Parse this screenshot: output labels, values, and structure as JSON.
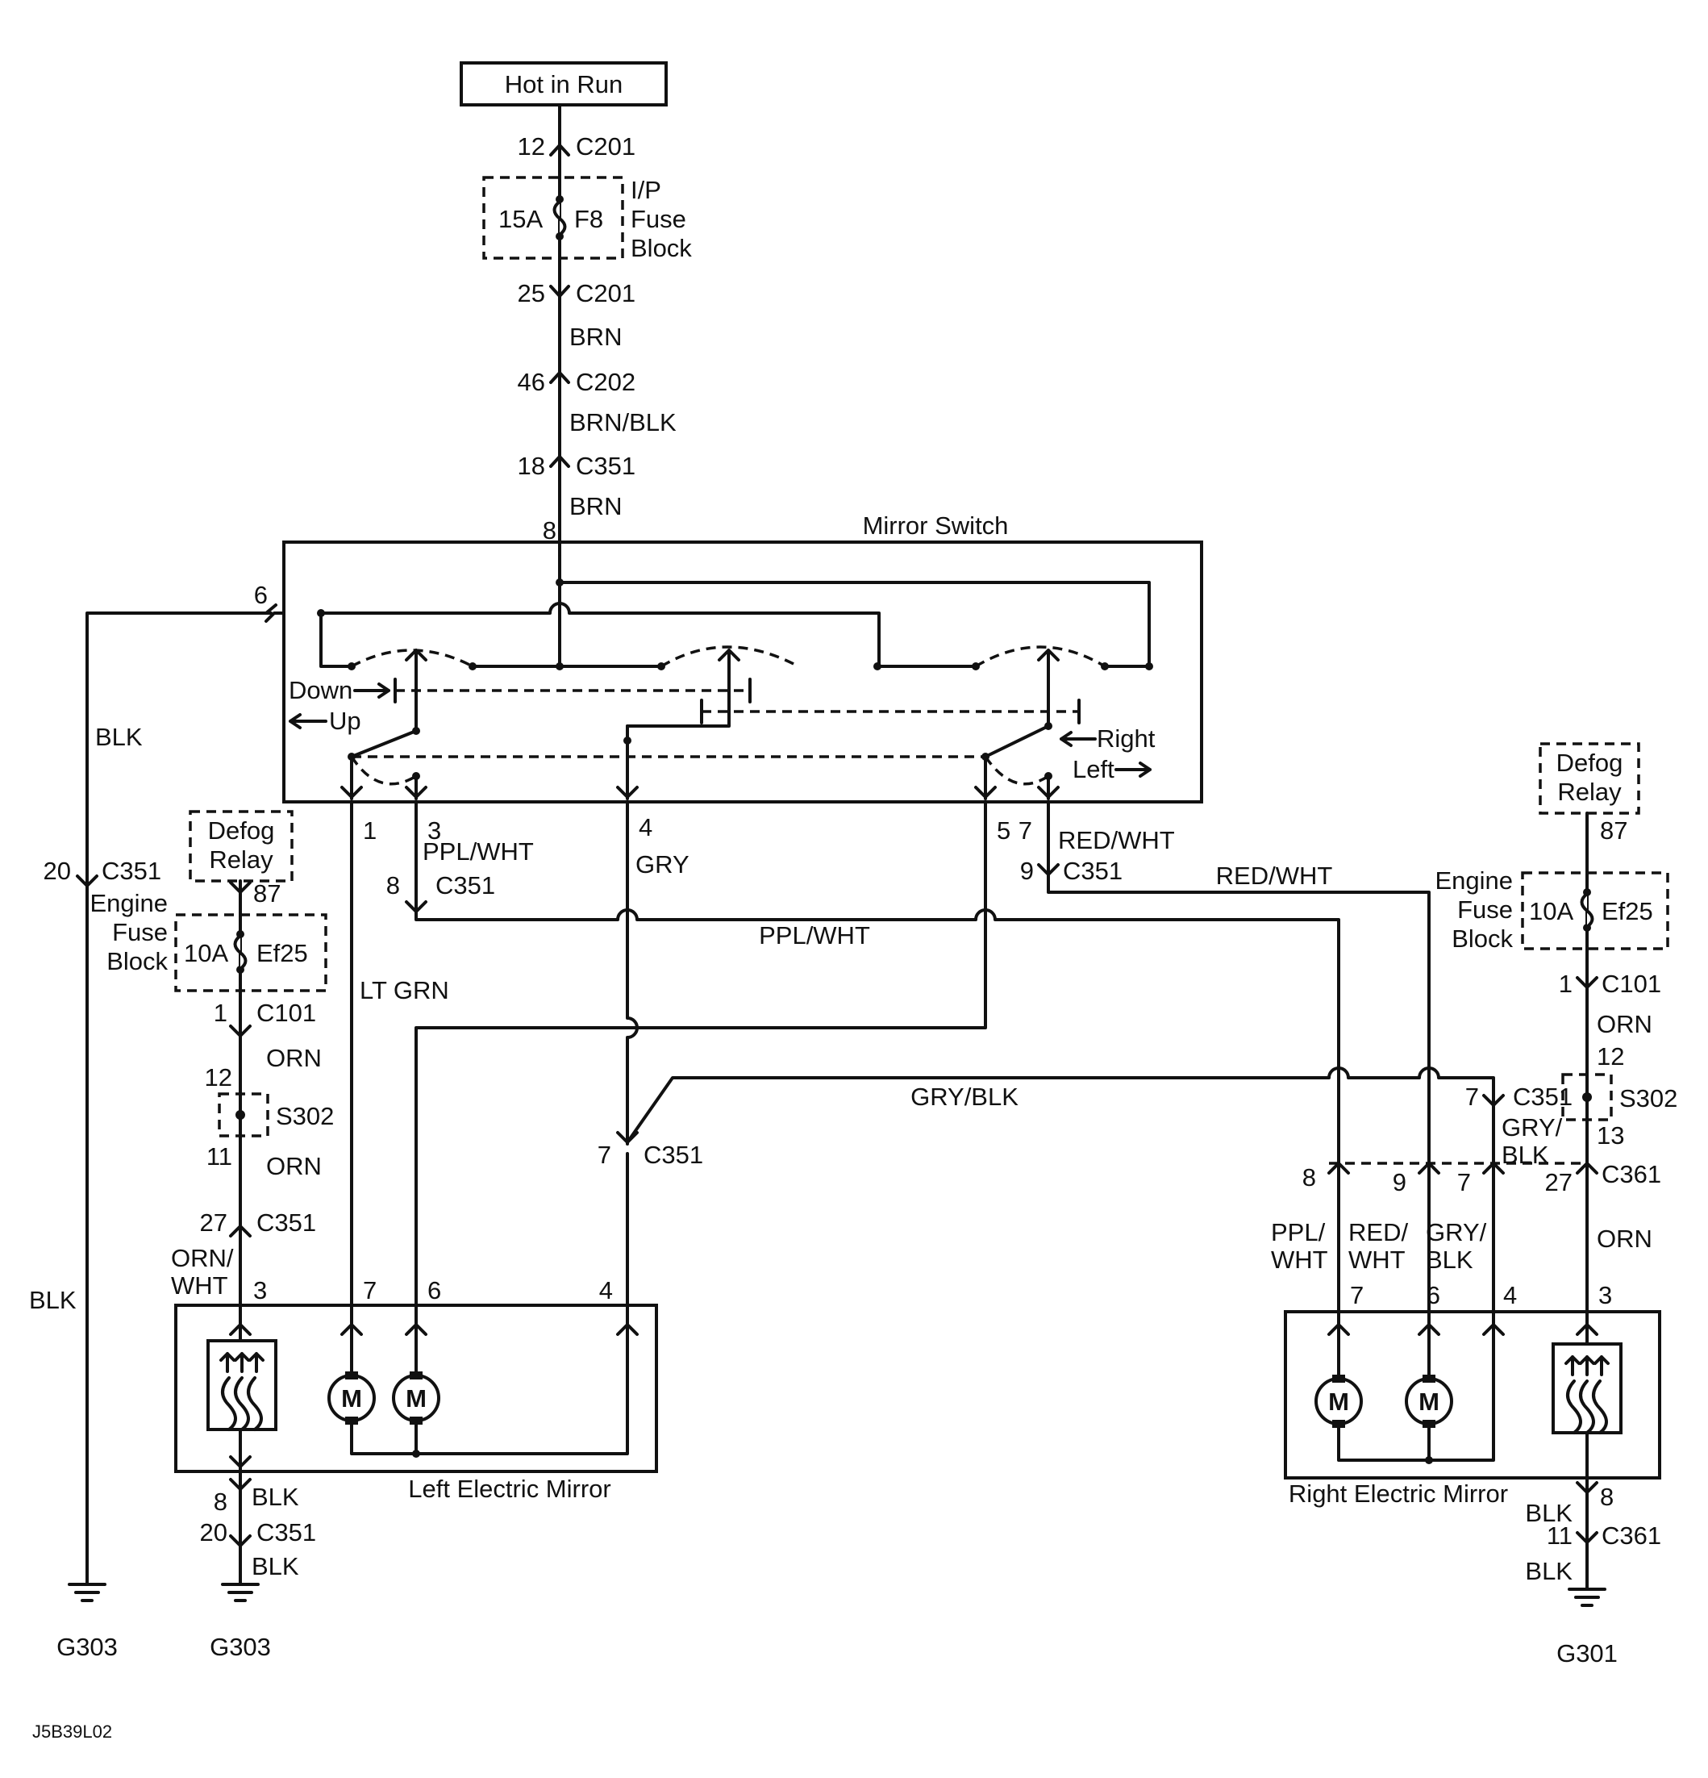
{
  "source": {
    "label": "Hot in Run"
  },
  "fuse_ip": {
    "rating": "15A",
    "id": "F8",
    "block_label_line1": "I/P",
    "block_label_line2": "Fuse",
    "block_label_line3": "Block"
  },
  "connectors": {
    "c201_a": {
      "pin": "12",
      "name": "C201"
    },
    "c201_b": {
      "pin": "25",
      "name": "C201"
    },
    "c202": {
      "pin": "46",
      "name": "C202"
    },
    "c351_main": {
      "pin": "18",
      "name": "C351"
    },
    "c351_ppl": {
      "pin": "8",
      "name": "C351"
    },
    "c351_red": {
      "pin": "9",
      "name": "C351"
    },
    "c351_gnd_left": {
      "pin": "20",
      "name": "C351"
    },
    "c351_gry": {
      "pin": "7",
      "name": "C351"
    },
    "c351_heat_left": {
      "pin": "27",
      "name": "C351"
    },
    "c351_grybk": {
      "pin": "7",
      "name": "C351"
    },
    "c351_mirror_gnd": {
      "pin": "20",
      "name": "C351"
    },
    "c101_left": {
      "pin": "1",
      "name": "C101"
    },
    "c101_right": {
      "pin": "1",
      "name": "C101"
    },
    "c361_row": {
      "pin_a": "8",
      "pin_b": "9",
      "pin_c": "7",
      "pin_d": "27",
      "name": "C361"
    },
    "c361_gnd": {
      "pin": "11",
      "name": "C361"
    }
  },
  "wires": {
    "brn_1": "BRN",
    "brn_blk": "BRN/BLK",
    "brn_2": "BRN",
    "blk_left": "BLK",
    "blk_left_2": "BLK",
    "ppl_wht_1": "PPL/WHT",
    "ppl_wht_2": "PPL/WHT",
    "gry": "GRY",
    "red_wht_1": "RED/WHT",
    "red_wht_2": "RED/WHT",
    "lt_grn": "LT GRN",
    "gry_blk": "GRY/BLK",
    "orn_1": "ORN",
    "orn_2": "ORN",
    "orn_wht_1": "ORN/",
    "orn_wht_2": "WHT",
    "blk_mirror_1": "BLK",
    "blk_mirror_2": "BLK",
    "orn_right_1": "ORN",
    "orn_right_2": "ORN",
    "gry_blk_r1": "GRY/",
    "gry_blk_r2": "BLK",
    "ppl_r1": "PPL/",
    "ppl_r2": "WHT",
    "red_r1": "RED/",
    "red_r2": "WHT",
    "gry_r1": "GRY/",
    "gry_r2": "BLK",
    "blk_right_1": "BLK",
    "blk_right_2": "BLK"
  },
  "mirror_switch": {
    "title": "Mirror Switch",
    "pin_in": "8",
    "pin_gnd": "6",
    "down": "Down",
    "up": "Up",
    "right": "Right",
    "left": "Left",
    "pins": [
      "1",
      "3",
      "4",
      "5",
      "7"
    ]
  },
  "defog_left": {
    "line1": "Defog",
    "line2": "Relay",
    "pin": "87",
    "fuse_label1": "Engine",
    "fuse_label2": "Fuse",
    "fuse_label3": "Block",
    "rating": "10A",
    "id": "Ef25"
  },
  "defog_right": {
    "line1": "Defog",
    "line2": "Relay",
    "pin": "87",
    "fuse_label1": "Engine",
    "fuse_label2": "Fuse",
    "fuse_label3": "Block",
    "rating": "10A",
    "id": "Ef25"
  },
  "splice_left": {
    "name": "S302",
    "pin_top": "12",
    "pin_bot": "11"
  },
  "splice_right": {
    "name": "S302",
    "pin_top": "12",
    "pin_bot": "13"
  },
  "left_mirror": {
    "title": "Left Electric Mirror",
    "pins": [
      "3",
      "7",
      "6",
      "4"
    ],
    "pin_gnd": "8",
    "motor": "M"
  },
  "right_mirror": {
    "title": "Right Electric Mirror",
    "pins": [
      "7",
      "6",
      "4",
      "3"
    ],
    "pin_gnd": "8",
    "motor": "M"
  },
  "grounds": {
    "g1": "G303",
    "g2": "G303",
    "g3": "G301"
  },
  "footer": {
    "code": "J5B39L02"
  }
}
